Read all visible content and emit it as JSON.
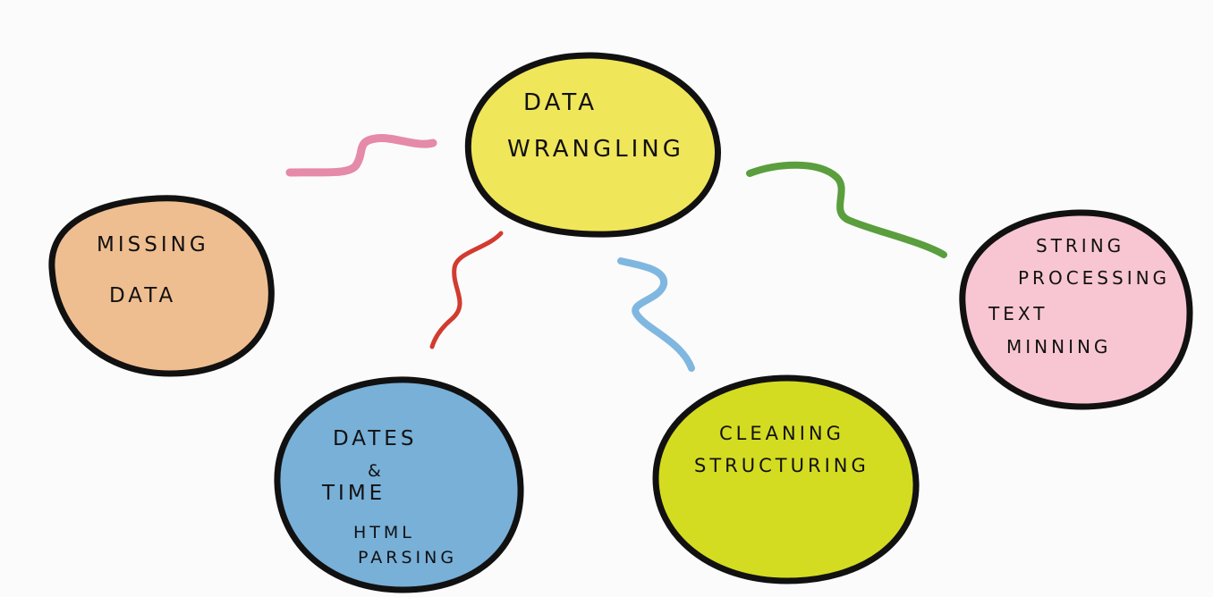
{
  "center": {
    "lines": [
      "DATA",
      "WRANGLING"
    ],
    "color": "#f0e65a"
  },
  "nodes": [
    {
      "id": "missing-data",
      "lines": [
        "MISSING",
        "DATA"
      ],
      "color": "#efbe90"
    },
    {
      "id": "dates-time",
      "lines": [
        "DATES",
        "&",
        "TIME",
        "HTML",
        "PARSING"
      ],
      "color": "#78b0d8"
    },
    {
      "id": "cleaning-structuring",
      "lines": [
        "CLEANING",
        "STRUCTURING"
      ],
      "color": "#d4dc22"
    },
    {
      "id": "string-processing",
      "lines": [
        "STRING",
        "PROCESSING",
        "TEXT",
        "MINNING"
      ],
      "color": "#f8c6d2"
    }
  ],
  "connectors": [
    {
      "id": "missing-data-connector",
      "color": "#e58aa8"
    },
    {
      "id": "dates-time-connector",
      "color": "#d23b2f"
    },
    {
      "id": "cleaning-connector",
      "color": "#7fb7e0"
    },
    {
      "id": "string-processing-connector",
      "color": "#5a9e3e"
    }
  ]
}
